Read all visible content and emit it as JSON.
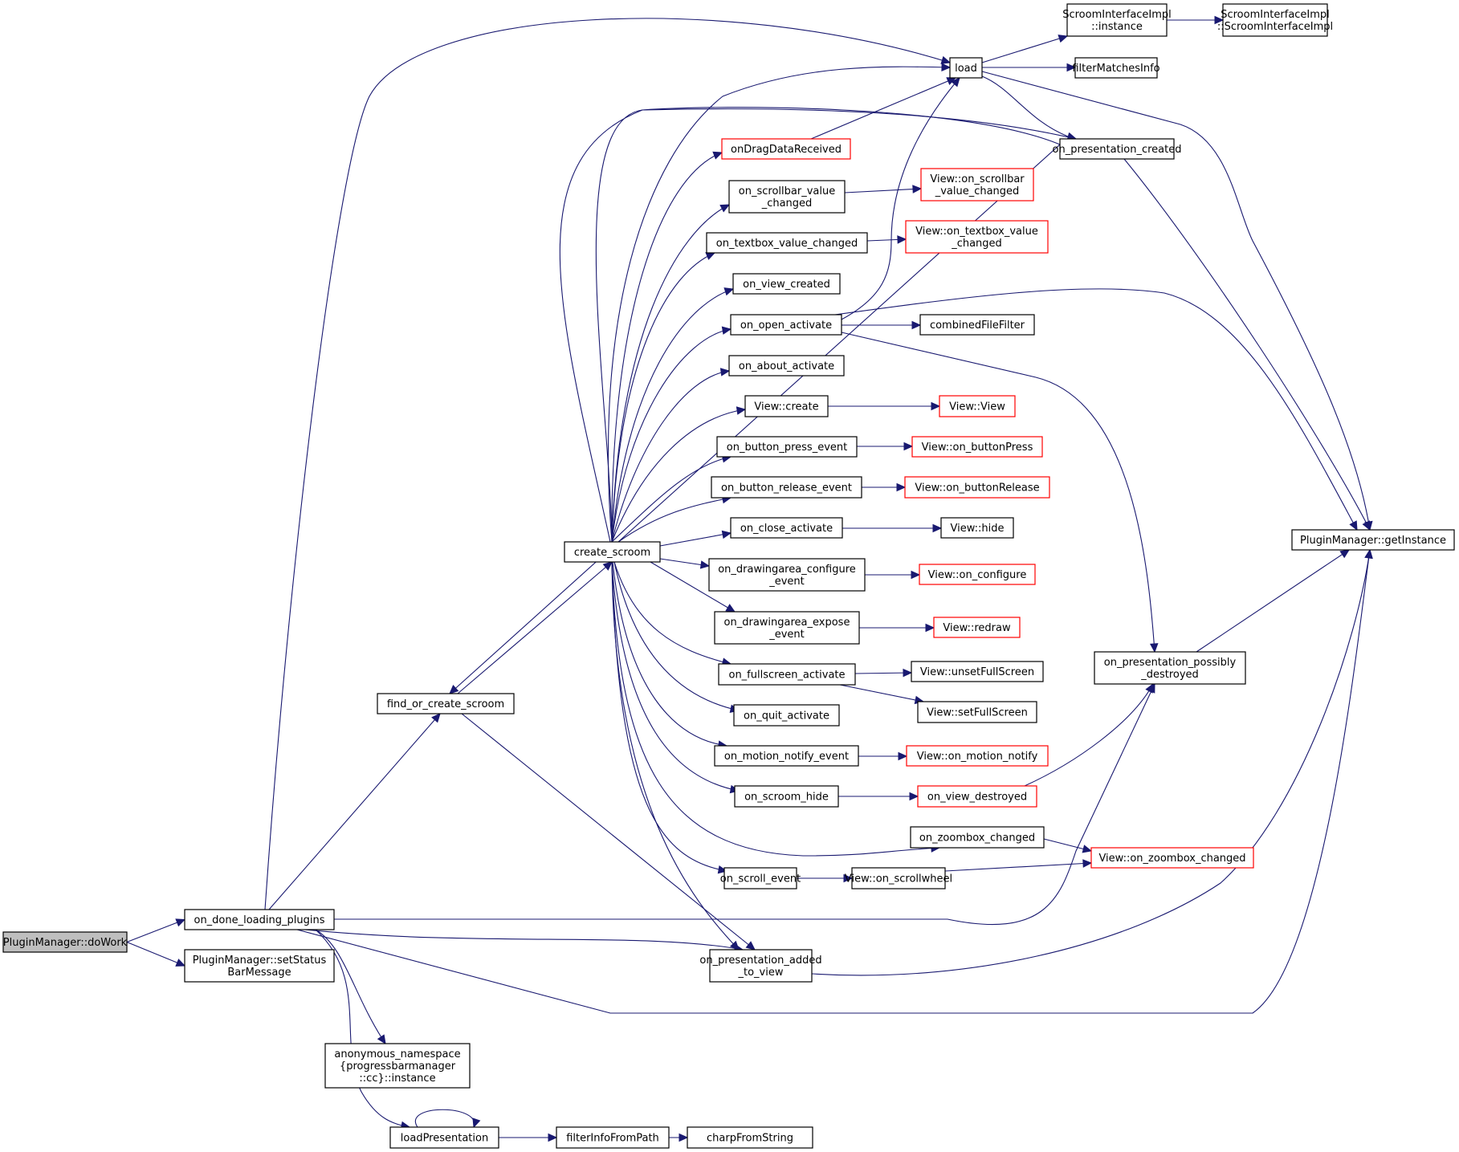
{
  "graph": {
    "type": "call-graph",
    "colors": {
      "edge": "#191970",
      "root_fill": "#bfbfbf",
      "node_border": "#000000",
      "undocumented_border": "#ff0000"
    },
    "nodes": [
      {
        "id": "doWork",
        "lines": [
          "PluginManager::doWork"
        ],
        "style": "root"
      },
      {
        "id": "on_done_loading_plugins",
        "lines": [
          "on_done_loading_plugins"
        ],
        "style": "normal"
      },
      {
        "id": "setStatusBarMessage",
        "lines": [
          "PluginManager::setStatus",
          "BarMessage"
        ],
        "style": "normal"
      },
      {
        "id": "find_or_create_scroom",
        "lines": [
          "find_or_create_scroom"
        ],
        "style": "normal"
      },
      {
        "id": "anon_instance",
        "lines": [
          "anonymous_namespace",
          "{progressbarmanager",
          "::cc}::instance"
        ],
        "style": "normal"
      },
      {
        "id": "loadPresentation",
        "lines": [
          "loadPresentation"
        ],
        "style": "normal"
      },
      {
        "id": "filterInfoFromPath",
        "lines": [
          "filterInfoFromPath"
        ],
        "style": "normal"
      },
      {
        "id": "charpFromString",
        "lines": [
          "charpFromString"
        ],
        "style": "normal"
      },
      {
        "id": "create_scroom",
        "lines": [
          "create_scroom"
        ],
        "style": "normal"
      },
      {
        "id": "load",
        "lines": [
          "load"
        ],
        "style": "normal"
      },
      {
        "id": "ScroomInterfaceImpl_instance",
        "lines": [
          "ScroomInterfaceImpl",
          "::instance"
        ],
        "style": "normal"
      },
      {
        "id": "ScroomInterfaceImpl_ctor",
        "lines": [
          "ScroomInterfaceImpl",
          "::ScroomInterfaceImpl"
        ],
        "style": "normal"
      },
      {
        "id": "filterMatchesInfo",
        "lines": [
          "filterMatchesInfo"
        ],
        "style": "normal"
      },
      {
        "id": "on_presentation_created",
        "lines": [
          "on_presentation_created"
        ],
        "style": "normal"
      },
      {
        "id": "onDragDataReceived",
        "lines": [
          "onDragDataReceived"
        ],
        "style": "red"
      },
      {
        "id": "on_scrollbar_value_changed",
        "lines": [
          "on_scrollbar_value",
          "_changed"
        ],
        "style": "normal"
      },
      {
        "id": "View_on_scrollbar_value_changed",
        "lines": [
          "View::on_scrollbar",
          "_value_changed"
        ],
        "style": "red"
      },
      {
        "id": "on_textbox_value_changed",
        "lines": [
          "on_textbox_value_changed"
        ],
        "style": "normal"
      },
      {
        "id": "View_on_textbox_value_changed",
        "lines": [
          "View::on_textbox_value",
          "_changed"
        ],
        "style": "red"
      },
      {
        "id": "on_view_created",
        "lines": [
          "on_view_created"
        ],
        "style": "normal"
      },
      {
        "id": "on_open_activate",
        "lines": [
          "on_open_activate"
        ],
        "style": "normal"
      },
      {
        "id": "combinedFileFilter",
        "lines": [
          "combinedFileFilter"
        ],
        "style": "normal"
      },
      {
        "id": "on_about_activate",
        "lines": [
          "on_about_activate"
        ],
        "style": "normal"
      },
      {
        "id": "View_create",
        "lines": [
          "View::create"
        ],
        "style": "normal"
      },
      {
        "id": "View_View",
        "lines": [
          "View::View"
        ],
        "style": "red"
      },
      {
        "id": "on_button_press_event",
        "lines": [
          "on_button_press_event"
        ],
        "style": "normal"
      },
      {
        "id": "View_on_buttonPress",
        "lines": [
          "View::on_buttonPress"
        ],
        "style": "red"
      },
      {
        "id": "on_button_release_event",
        "lines": [
          "on_button_release_event"
        ],
        "style": "normal"
      },
      {
        "id": "View_on_buttonRelease",
        "lines": [
          "View::on_buttonRelease"
        ],
        "style": "red"
      },
      {
        "id": "on_close_activate",
        "lines": [
          "on_close_activate"
        ],
        "style": "normal"
      },
      {
        "id": "View_hide",
        "lines": [
          "View::hide"
        ],
        "style": "normal"
      },
      {
        "id": "on_drawingarea_configure_event",
        "lines": [
          "on_drawingarea_configure",
          "_event"
        ],
        "style": "normal"
      },
      {
        "id": "View_on_configure",
        "lines": [
          "View::on_configure"
        ],
        "style": "red"
      },
      {
        "id": "on_drawingarea_expose_event",
        "lines": [
          "on_drawingarea_expose",
          "_event"
        ],
        "style": "normal"
      },
      {
        "id": "View_redraw",
        "lines": [
          "View::redraw"
        ],
        "style": "red"
      },
      {
        "id": "on_fullscreen_activate",
        "lines": [
          "on_fullscreen_activate"
        ],
        "style": "normal"
      },
      {
        "id": "View_unsetFullScreen",
        "lines": [
          "View::unsetFullScreen"
        ],
        "style": "normal"
      },
      {
        "id": "View_setFullScreen",
        "lines": [
          "View::setFullScreen"
        ],
        "style": "normal"
      },
      {
        "id": "on_quit_activate",
        "lines": [
          "on_quit_activate"
        ],
        "style": "normal"
      },
      {
        "id": "on_motion_notify_event",
        "lines": [
          "on_motion_notify_event"
        ],
        "style": "normal"
      },
      {
        "id": "View_on_motion_notify",
        "lines": [
          "View::on_motion_notify"
        ],
        "style": "red"
      },
      {
        "id": "on_scroom_hide",
        "lines": [
          "on_scroom_hide"
        ],
        "style": "normal"
      },
      {
        "id": "on_view_destroyed",
        "lines": [
          "on_view_destroyed"
        ],
        "style": "red"
      },
      {
        "id": "on_zoombox_changed",
        "lines": [
          "on_zoombox_changed"
        ],
        "style": "normal"
      },
      {
        "id": "View_on_zoombox_changed",
        "lines": [
          "View::on_zoombox_changed"
        ],
        "style": "red"
      },
      {
        "id": "on_scroll_event",
        "lines": [
          "on_scroll_event"
        ],
        "style": "normal"
      },
      {
        "id": "View_on_scrollwheel",
        "lines": [
          "View::on_scrollwheel"
        ],
        "style": "normal"
      },
      {
        "id": "on_presentation_added_to_view",
        "lines": [
          "on_presentation_added",
          "_to_view"
        ],
        "style": "normal"
      },
      {
        "id": "on_presentation_possibly_destroyed",
        "lines": [
          "on_presentation_possibly",
          "_destroyed"
        ],
        "style": "normal"
      },
      {
        "id": "getInstance",
        "lines": [
          "PluginManager::getInstance"
        ],
        "style": "normal"
      }
    ],
    "edges": [
      [
        "doWork",
        "on_done_loading_plugins"
      ],
      [
        "doWork",
        "setStatusBarMessage"
      ],
      [
        "on_done_loading_plugins",
        "load"
      ],
      [
        "on_done_loading_plugins",
        "find_or_create_scroom"
      ],
      [
        "on_done_loading_plugins",
        "anon_instance"
      ],
      [
        "on_done_loading_plugins",
        "loadPresentation"
      ],
      [
        "on_done_loading_plugins",
        "on_presentation_possibly_destroyed"
      ],
      [
        "on_done_loading_plugins",
        "getInstance"
      ],
      [
        "on_done_loading_plugins",
        "on_presentation_added_to_view"
      ],
      [
        "find_or_create_scroom",
        "create_scroom"
      ],
      [
        "find_or_create_scroom",
        "on_presentation_added_to_view"
      ],
      [
        "loadPresentation",
        "loadPresentation"
      ],
      [
        "loadPresentation",
        "filterInfoFromPath"
      ],
      [
        "filterInfoFromPath",
        "charpFromString"
      ],
      [
        "create_scroom",
        "load"
      ],
      [
        "create_scroom",
        "find_or_create_scroom"
      ],
      [
        "create_scroom",
        "on_presentation_created"
      ],
      [
        "create_scroom",
        "onDragDataReceived"
      ],
      [
        "create_scroom",
        "on_scrollbar_value_changed"
      ],
      [
        "create_scroom",
        "on_textbox_value_changed"
      ],
      [
        "create_scroom",
        "on_view_created"
      ],
      [
        "create_scroom",
        "on_open_activate"
      ],
      [
        "create_scroom",
        "on_about_activate"
      ],
      [
        "create_scroom",
        "View_create"
      ],
      [
        "create_scroom",
        "on_button_press_event"
      ],
      [
        "create_scroom",
        "on_button_release_event"
      ],
      [
        "create_scroom",
        "on_close_activate"
      ],
      [
        "create_scroom",
        "on_drawingarea_configure_event"
      ],
      [
        "create_scroom",
        "on_drawingarea_expose_event"
      ],
      [
        "create_scroom",
        "on_fullscreen_activate"
      ],
      [
        "create_scroom",
        "on_quit_activate"
      ],
      [
        "create_scroom",
        "on_motion_notify_event"
      ],
      [
        "create_scroom",
        "on_scroom_hide"
      ],
      [
        "create_scroom",
        "on_zoombox_changed"
      ],
      [
        "create_scroom",
        "on_scroll_event"
      ],
      [
        "create_scroom",
        "on_presentation_added_to_view"
      ],
      [
        "load",
        "ScroomInterfaceImpl_instance"
      ],
      [
        "load",
        "filterMatchesInfo"
      ],
      [
        "load",
        "on_presentation_created"
      ],
      [
        "load",
        "getInstance"
      ],
      [
        "ScroomInterfaceImpl_instance",
        "ScroomInterfaceImpl_ctor"
      ],
      [
        "on_presentation_created",
        "getInstance"
      ],
      [
        "onDragDataReceived",
        "load"
      ],
      [
        "on_scrollbar_value_changed",
        "View_on_scrollbar_value_changed"
      ],
      [
        "on_textbox_value_changed",
        "View_on_textbox_value_changed"
      ],
      [
        "on_open_activate",
        "load"
      ],
      [
        "on_open_activate",
        "combinedFileFilter"
      ],
      [
        "on_open_activate",
        "getInstance"
      ],
      [
        "on_open_activate",
        "on_presentation_possibly_destroyed"
      ],
      [
        "View_create",
        "View_View"
      ],
      [
        "on_button_press_event",
        "View_on_buttonPress"
      ],
      [
        "on_button_release_event",
        "View_on_buttonRelease"
      ],
      [
        "on_close_activate",
        "View_hide"
      ],
      [
        "on_drawingarea_configure_event",
        "View_on_configure"
      ],
      [
        "on_drawingarea_expose_event",
        "View_redraw"
      ],
      [
        "on_fullscreen_activate",
        "View_unsetFullScreen"
      ],
      [
        "on_fullscreen_activate",
        "View_setFullScreen"
      ],
      [
        "on_motion_notify_event",
        "View_on_motion_notify"
      ],
      [
        "on_scroom_hide",
        "on_view_destroyed"
      ],
      [
        "on_view_destroyed",
        "on_presentation_possibly_destroyed"
      ],
      [
        "on_zoombox_changed",
        "View_on_zoombox_changed"
      ],
      [
        "on_scroll_event",
        "View_on_scrollwheel"
      ],
      [
        "View_on_scrollwheel",
        "View_on_zoombox_changed"
      ],
      [
        "on_presentation_added_to_view",
        "getInstance"
      ],
      [
        "on_presentation_possibly_destroyed",
        "getInstance"
      ]
    ]
  }
}
